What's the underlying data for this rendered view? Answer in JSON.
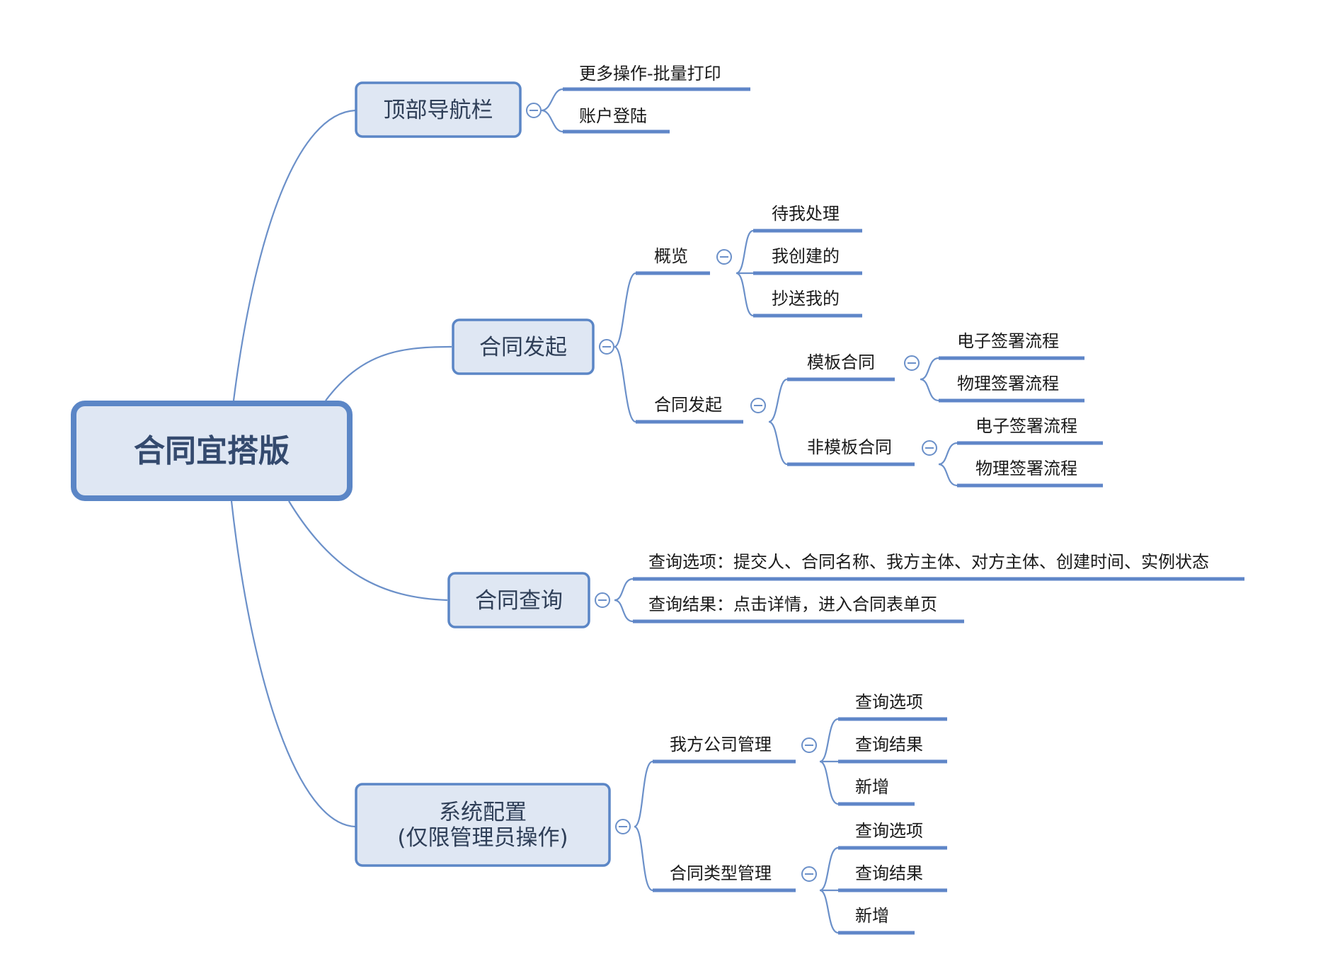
{
  "root": {
    "label": "合同宜搭版"
  },
  "branches": {
    "nav": {
      "label": "顶部导航栏",
      "items": [
        "更多操作-批量打印",
        "账户登陆"
      ]
    },
    "initiate": {
      "label": "合同发起",
      "overview": {
        "label": "概览",
        "items": [
          "待我处理",
          "我创建的",
          "抄送我的"
        ]
      },
      "launch": {
        "label": "合同发起",
        "template": {
          "label": "模板合同",
          "items": [
            "电子签署流程",
            "物理签署流程"
          ]
        },
        "non_template": {
          "label": "非模板合同",
          "items": [
            "电子签署流程",
            "物理签署流程"
          ]
        }
      }
    },
    "query": {
      "label": "合同查询",
      "items": [
        "查询选项：提交人、合同名称、我方主体、对方主体、创建时间、实例状态",
        "查询结果：点击详情，进入合同表单页"
      ]
    },
    "config": {
      "label_line1": "系统配置",
      "label_line2": "(仅限管理员操作)",
      "company": {
        "label": "我方公司管理",
        "items": [
          "查询选项",
          "查询结果",
          "新增"
        ]
      },
      "contract_type": {
        "label": "合同类型管理",
        "items": [
          "查询选项",
          "查询结果",
          "新增"
        ]
      }
    }
  },
  "colors": {
    "node_fill": "#dfe7f3",
    "node_border": "#5b86c6",
    "connector": "#6b90c9",
    "underline": "#5f86c8"
  },
  "icons": {
    "collapse_toggle": "minus-circle-icon"
  }
}
